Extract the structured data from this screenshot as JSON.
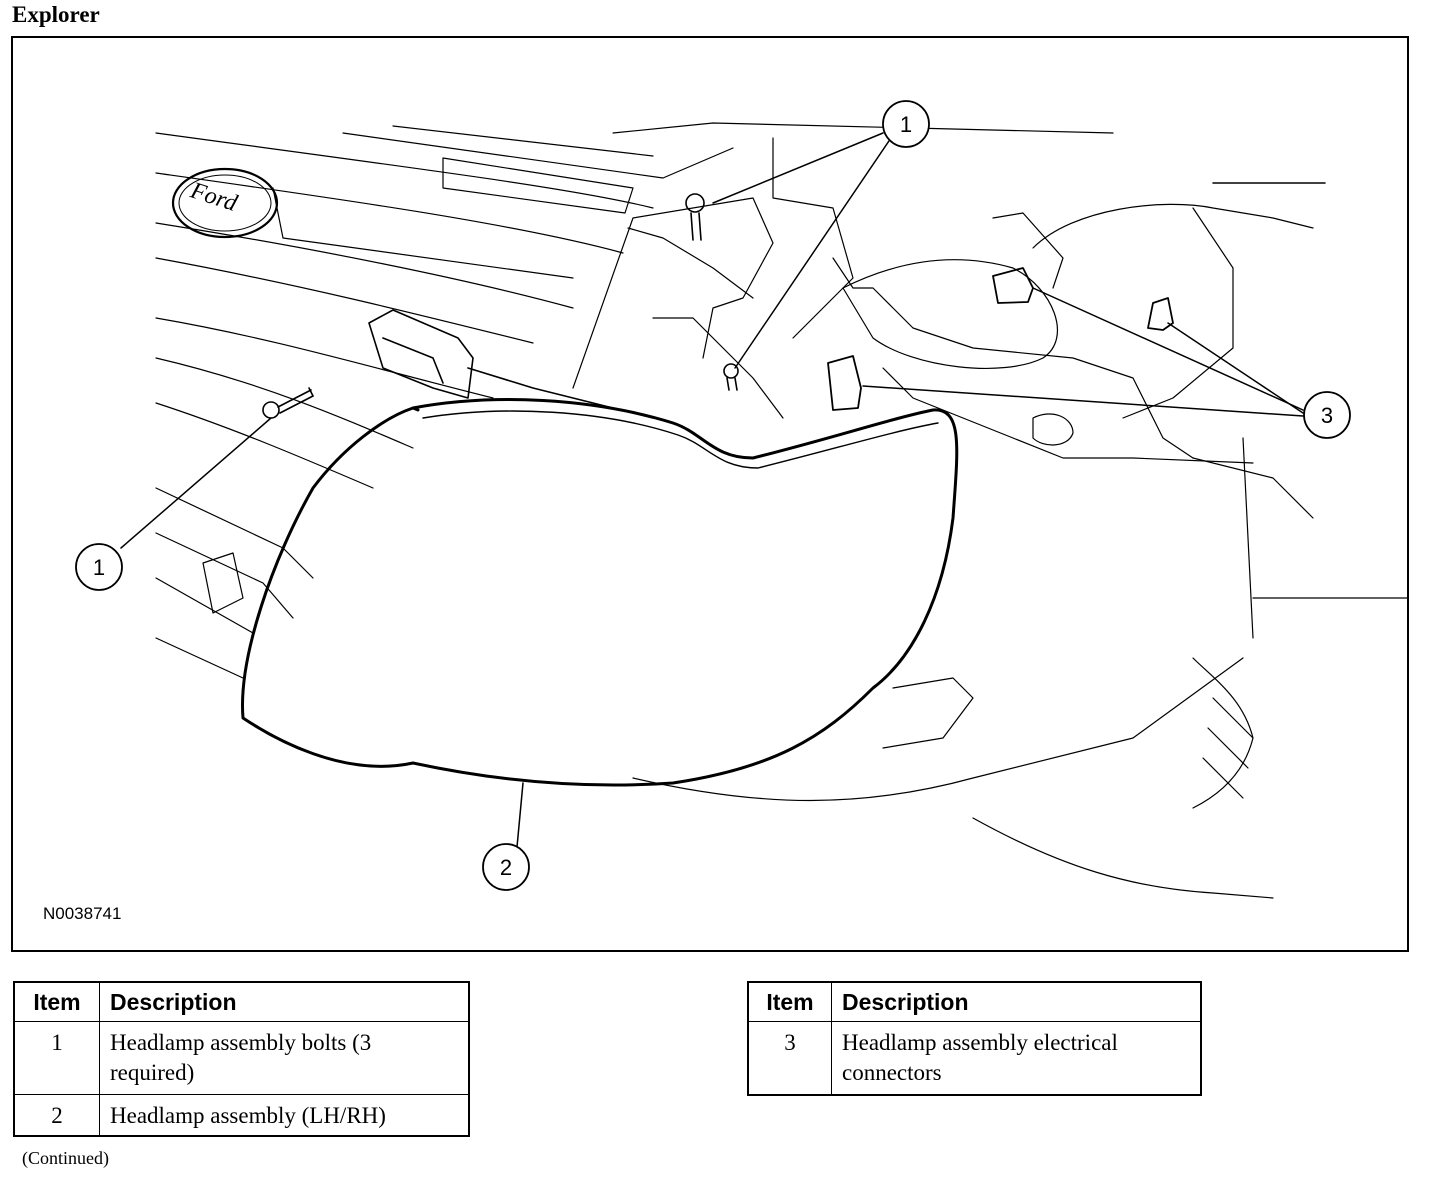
{
  "header": {
    "title": "Explorer"
  },
  "figure": {
    "code": "N0038741",
    "callouts": [
      {
        "id": "callout-1-top",
        "label": "1"
      },
      {
        "id": "callout-1-left",
        "label": "1"
      },
      {
        "id": "callout-2",
        "label": "2"
      },
      {
        "id": "callout-3",
        "label": "3"
      }
    ],
    "logo_text": "Ford"
  },
  "legend_tables": [
    {
      "headers": {
        "item": "Item",
        "description": "Description"
      },
      "rows": [
        {
          "item": "1",
          "description": "Headlamp assembly bolts (3 required)"
        },
        {
          "item": "2",
          "description": "Headlamp assembly (LH/RH)"
        }
      ]
    },
    {
      "headers": {
        "item": "Item",
        "description": "Description"
      },
      "rows": [
        {
          "item": "3",
          "description": "Headlamp assembly electrical connectors"
        }
      ]
    }
  ],
  "footer": {
    "continued": "(Continued)"
  }
}
